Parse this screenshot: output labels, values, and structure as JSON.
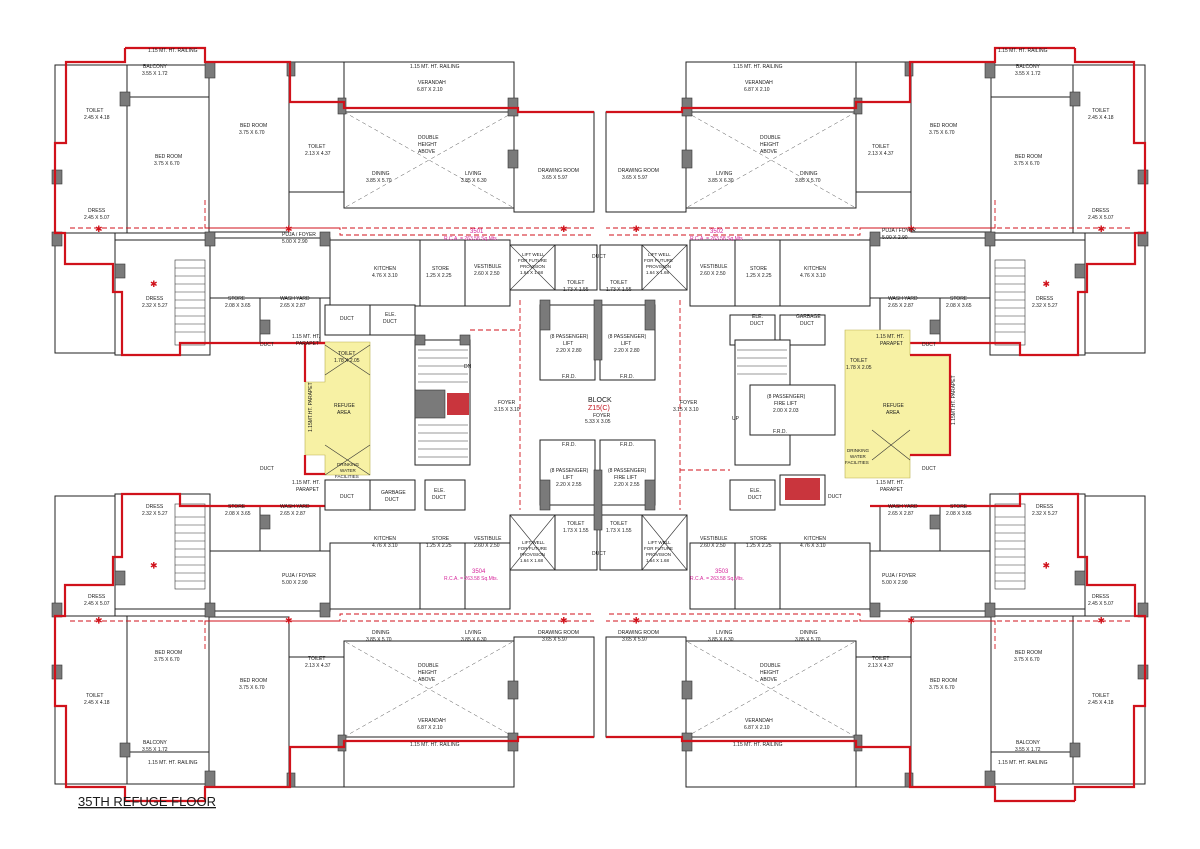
{
  "drawing": {
    "title": "35TH REFUGE FLOOR",
    "block": {
      "label": "BLOCK",
      "code": "Z15(C)",
      "foyer_label": "FOYER",
      "foyer_dim": "5.33 X 3.05"
    }
  },
  "flats": [
    {
      "number": "3501",
      "area": "R.C.A. = 263.58 Sq.Mts."
    },
    {
      "number": "3502",
      "area": "R.C.A. = 263.58 Sq.Mts."
    },
    {
      "number": "3504",
      "area": "R.C.A. = 263.58 Sq.Mts."
    },
    {
      "number": "3503",
      "area": "R.C.A. = 263.58 Sq.Mts."
    }
  ],
  "rooms": {
    "railing": "1.15 MT. HT. RAILING",
    "balcony": "BALCONY",
    "balcony_dim": "3.55 X 1.72",
    "verandah": "VERANDAH",
    "verandah_dim": "6.87 X 2.10",
    "toilet_a": "TOILET",
    "toilet_a_dim": "2.45 X 4.18",
    "toilet_b": "TOILET",
    "toilet_b_dim": "2.13 X 4.37",
    "bedroom": "BED ROOM",
    "bedroom_dim": "3.75 X 6.70",
    "double_height": [
      "DOUBLE",
      "HEIGHT",
      "ABOVE"
    ],
    "dining": "DINING",
    "dining_dim": "3.85 X 5.70",
    "living": "LIVING",
    "living_dim": "3.85 X 6.30",
    "drawing_room": "DRAWING ROOM",
    "drawing_room_dim": "3.65 X 5.97",
    "dress_a": "DRESS",
    "dress_a_dim": "2.45 X 5.07",
    "dress_b": "DRESS",
    "dress_b_dim": "2.32 X 5.27",
    "pooja": "PUJA / FOYER",
    "pooja_dim": "5.00 X 2.90",
    "kitchen": "KITCHEN",
    "kitchen_dim": "4.76 X 3.10",
    "store_a": "STORE",
    "store_a_dim": "1.25 X 2.25",
    "store_b": "STORE",
    "store_b_dim": "2.08 X 3.65",
    "wash_yard": "WASH YARD",
    "wash_yard_dim": "2.65 X 2.87",
    "vestibule": "VESTIBULE",
    "vestibule_dim": "2.60 X 2.50",
    "lift_well": [
      "LIFT WELL",
      "FOR FUTURE",
      "PROVISION",
      "1.64 X 1.68"
    ],
    "toilet_c": "TOILET",
    "toilet_c_dim": "1.73 X 1.55",
    "passenger_lift": "(8 PASSENGER)",
    "lift": "LIFT",
    "lift_dim": "2.20 X 2.80",
    "fire_lift": "FIRE LIFT",
    "fire_lift_dim": "2.20 X 2.55",
    "foyer": "FOYER",
    "foyer_dim": "3.15 X 3.10",
    "refuge": [
      "REFUGE",
      "AREA"
    ],
    "toilet_refuge": "TOILET",
    "toilet_refuge_dim": "1.78 X 2.05",
    "drinking_water": [
      "DRINKING",
      "WATER",
      "FACILITIES"
    ],
    "parapet": [
      "1.15 MT. HT.",
      "PARAPET"
    ],
    "parapet_v": "1.15MT.HT. PARAPET",
    "duct": "DUCT",
    "ele_duct": [
      "ELE.",
      "DUCT"
    ],
    "garbage_duct": [
      "GARBAGE",
      "DUCT"
    ],
    "frd": "F.R.D.",
    "fire_lift_r": "FIRE LIFT",
    "fire_lift_r_dim": "2.00 X 2.03",
    "up": "UP",
    "dn": "DN"
  },
  "colors": {
    "outline": "#d0121b",
    "refuge": "#f7f1a4",
    "area_text": "#d6249a",
    "column": "#7a7a7a"
  }
}
